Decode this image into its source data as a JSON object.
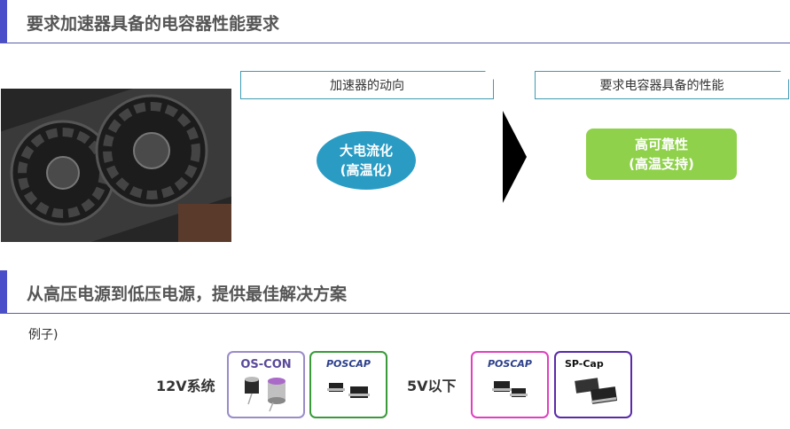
{
  "section1": {
    "title": "要求加速器具备的电容器性能要求"
  },
  "trend": {
    "header": "加速器的动向",
    "line1": "大电流化",
    "line2": "(高温化)"
  },
  "performance": {
    "header": "要求电容器具备的性能",
    "line1": "高可靠性",
    "line2": "(高温支持)"
  },
  "section2": {
    "title": "从高压电源到低压电源，提供最佳解决方案"
  },
  "example_label": "例子)",
  "groups": [
    {
      "voltage": "12V系统",
      "products": [
        "OS-CON",
        "POSCAP"
      ]
    },
    {
      "voltage": "5V以下",
      "products": [
        "POSCAP",
        "SP-Cap"
      ]
    }
  ],
  "colors": {
    "section_bar": "#4a4ec8",
    "ellipse": "#2a9cc4",
    "green": "#8fd14a",
    "oscon_border": "#9a8cc8",
    "poscap_12v_border": "#3a9a3a",
    "poscap_5v_border": "#e040c0",
    "spcap_border": "#5a2aa8"
  },
  "icons": [
    "gpu-photo",
    "oscon-capacitor-image",
    "poscap-capacitor-image",
    "spcap-capacitor-image",
    "right-arrow-icon"
  ]
}
